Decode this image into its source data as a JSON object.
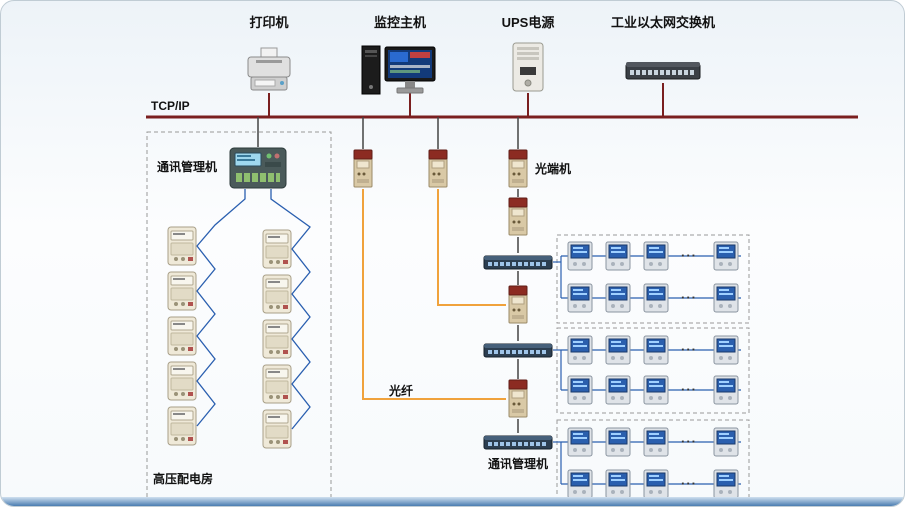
{
  "diagram": {
    "bus_label": "TCP/IP",
    "top_devices": [
      {
        "label": "打印机"
      },
      {
        "label": "监控主机"
      },
      {
        "label": "UPS电源"
      },
      {
        "label": "工业以太网交换机"
      }
    ],
    "left_room": {
      "manager_label": "通讯管理机",
      "room_label": "高压配电房"
    },
    "middle": {
      "optical_terminal_label": "光端机",
      "fiber_label": "光纤",
      "manager_label": "通讯管理机"
    },
    "ellipsis": "···",
    "colors": {
      "bus": "#7a1f1f",
      "fiber": "#f0a23c",
      "line-blue": "#2a5fb0",
      "line-dark": "#444444"
    }
  }
}
